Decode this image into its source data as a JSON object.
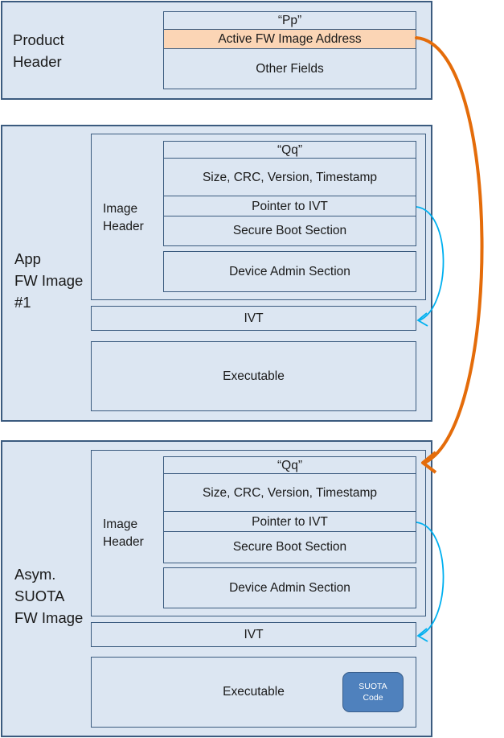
{
  "product_header": {
    "label_line1": "Product",
    "label_line2": "Header",
    "pp": "“Pp”",
    "active_fw": "Active FW Image Address",
    "other_fields": "Other Fields"
  },
  "app_image": {
    "label_line1": "App",
    "label_line2": "FW Image",
    "label_line3": "#1",
    "image_header_line1": "Image",
    "image_header_line2": "Header",
    "qq": "“Qq”",
    "size_crc": "Size, CRC, Version, Timestamp",
    "pointer_ivt": "Pointer to IVT",
    "secure_boot": "Secure Boot Section",
    "device_admin": "Device Admin Section",
    "ivt": "IVT",
    "executable": "Executable"
  },
  "suota_image": {
    "label_line1": "Asym.",
    "label_line2": "SUOTA",
    "label_line3": "FW Image",
    "image_header_line1": "Image",
    "image_header_line2": "Header",
    "qq": "“Qq”",
    "size_crc": "Size, CRC, Version, Timestamp",
    "pointer_ivt": "Pointer to IVT",
    "secure_boot": "Secure Boot Section",
    "device_admin": "Device Admin Section",
    "ivt": "IVT",
    "executable": "Executable",
    "suota_code_line1": "SUOTA",
    "suota_code_line2": "Code"
  },
  "colors": {
    "box_fill": "#dce6f2",
    "border": "#3b5b7f",
    "highlight": "#fbd5b5",
    "orange_arrow": "#e46c0a",
    "blue_arrow": "#00b0f0",
    "suota_fill": "#4f81bd"
  }
}
